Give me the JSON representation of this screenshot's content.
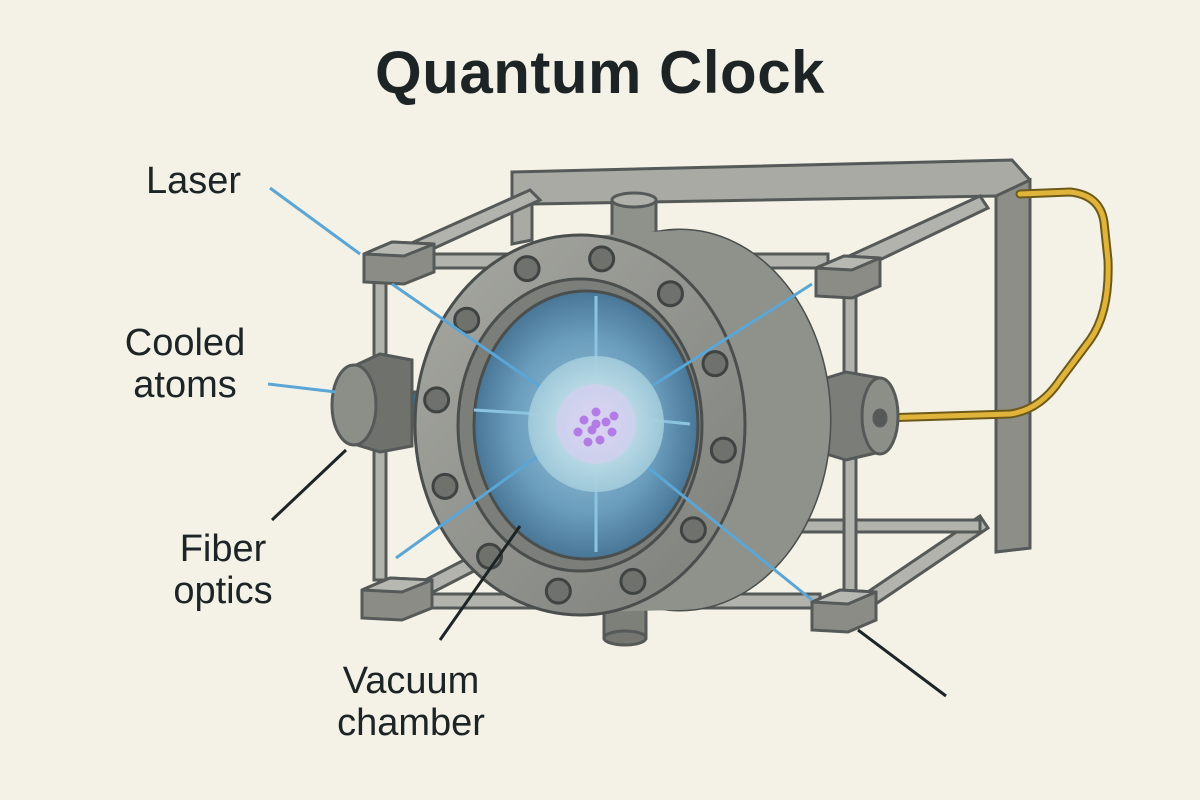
{
  "title": "Quantum Clock",
  "labels": {
    "laser": "Laser",
    "cooled_atoms": [
      "Cooled",
      "atoms"
    ],
    "fiber_optics": [
      "Fiber",
      "optics"
    ],
    "vacuum_chamber": [
      "Vacuum",
      "chamber"
    ]
  },
  "colors": {
    "background": "#f4f1e6",
    "frame_metal": "#9a9a92",
    "chamber_metal": "#8c8f8a",
    "chamber_glass": "#5f8fae",
    "laser_beam": "#5aa6d6",
    "fiber_cable": "#e0b43a",
    "atoms": "#b27be6",
    "leader_line": "#1d2426"
  }
}
